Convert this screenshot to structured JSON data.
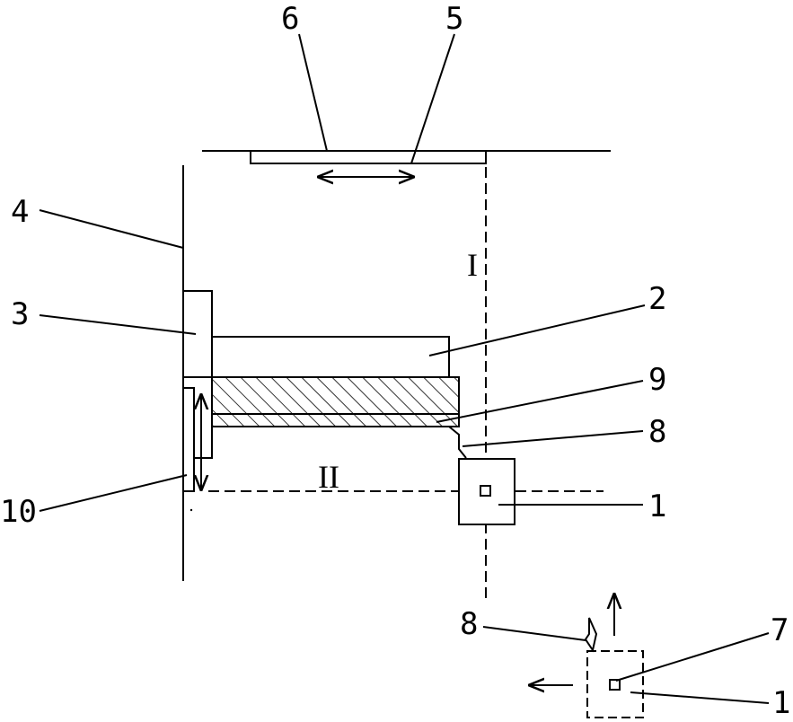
{
  "labels": {
    "l1a": "1",
    "l1b": "1",
    "l2": "2",
    "l3": "3",
    "l4": "4",
    "l5": "5",
    "l6": "6",
    "l7": "7",
    "l8a": "8",
    "l8b": "8",
    "l9": "9",
    "l10": "10",
    "zone_i": "I",
    "zone_ii": "II"
  }
}
